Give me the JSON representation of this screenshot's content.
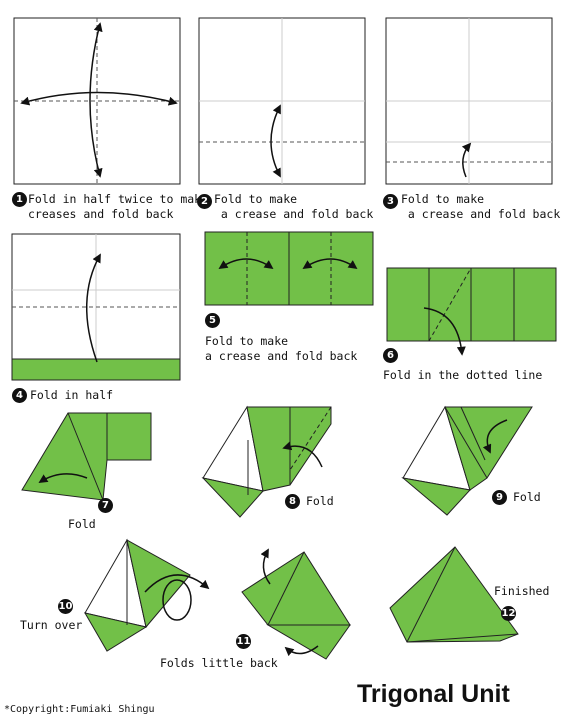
{
  "title": "Trigonal Unit",
  "copyright": "*Copyright:Fumiaki Shingu",
  "colors": {
    "paper_green": "#72c048",
    "outline": "#222222",
    "crease": "#555555",
    "light_crease": "#cccccc"
  },
  "steps": [
    {
      "num": "1",
      "text": "Fold in half twice to make\ncreases and fold back"
    },
    {
      "num": "2",
      "text": "Fold to make\n a crease and fold back"
    },
    {
      "num": "3",
      "text": "Fold to make\n a crease and fold back"
    },
    {
      "num": "4",
      "text": "Fold in half"
    },
    {
      "num": "5",
      "text": "Fold to make\na crease and fold back"
    },
    {
      "num": "6",
      "text": "Fold in the dotted line"
    },
    {
      "num": "7",
      "text": "Fold"
    },
    {
      "num": "8",
      "text": "Fold"
    },
    {
      "num": "9",
      "text": "Fold"
    },
    {
      "num": "10",
      "text": "Turn over"
    },
    {
      "num": "11",
      "text": "Folds little back"
    },
    {
      "num": "12",
      "text": "Finished"
    }
  ]
}
